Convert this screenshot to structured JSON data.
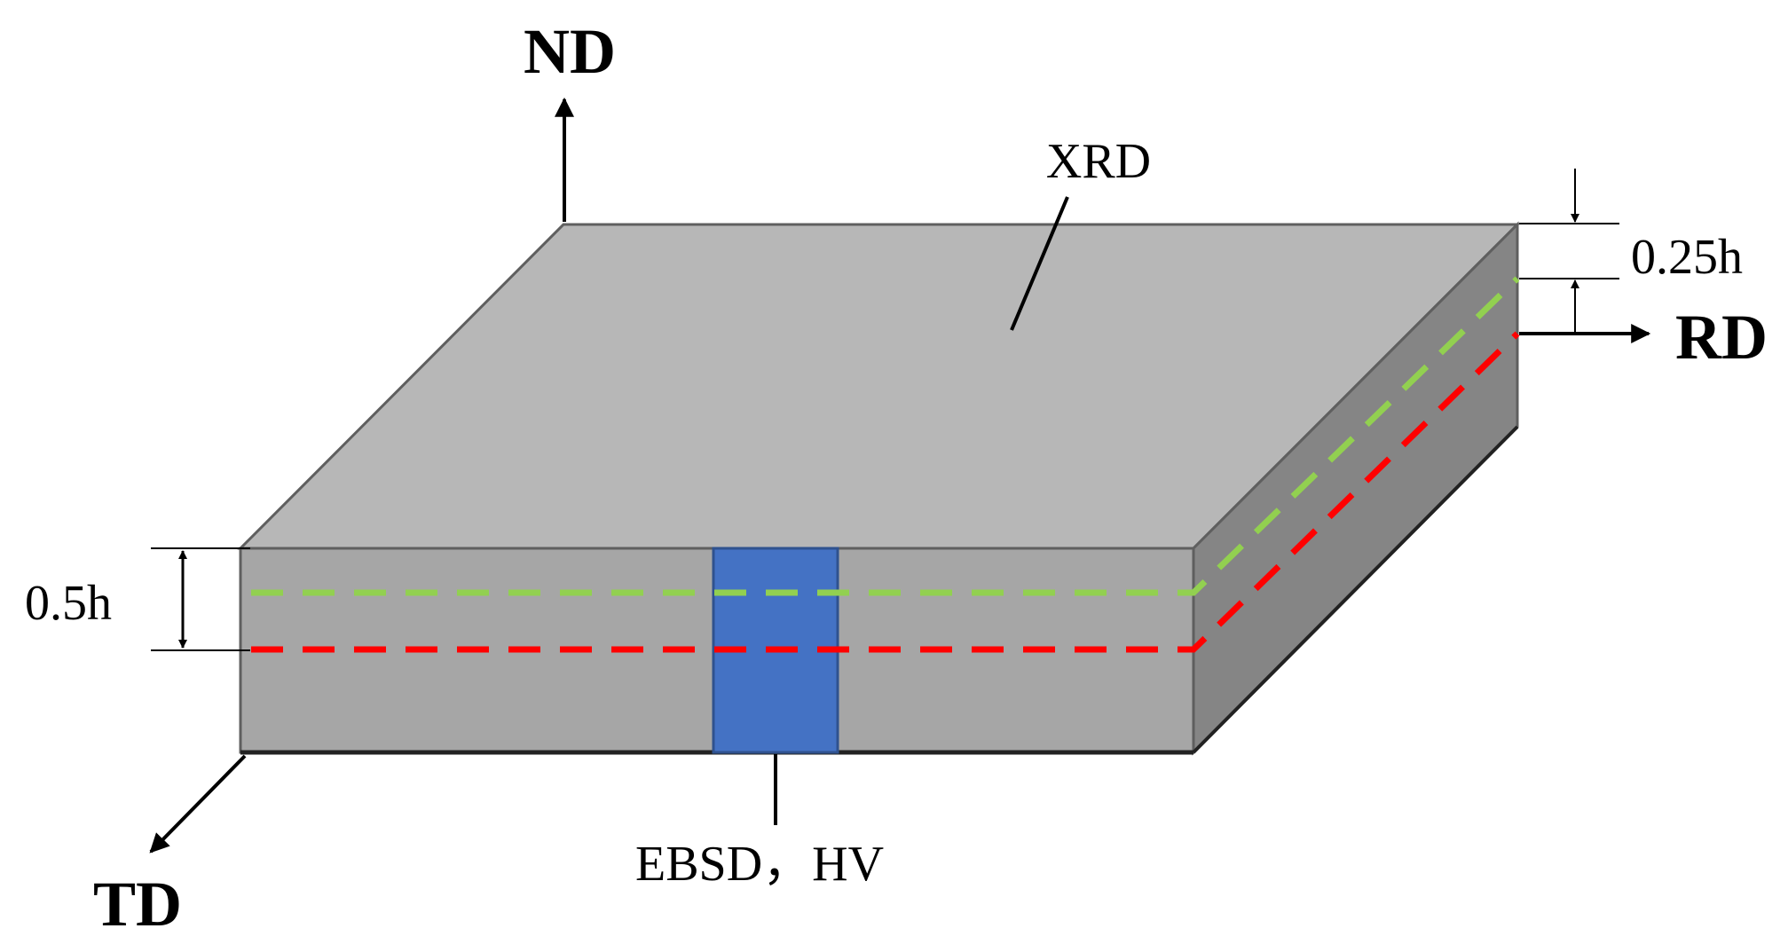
{
  "labels": {
    "nd": "ND",
    "rd": "RD",
    "td": "TD",
    "xrd": "XRD",
    "thickness_quarter": "0.25h",
    "thickness_half": "0.5h",
    "ebsd_hv": "EBSD，HV"
  },
  "colors": {
    "top_face": "#b7b7b7",
    "front_face": "#a6a6a6",
    "side_face": "#858585",
    "edge": "#5f5f5f",
    "sample_strip": "#4472c4",
    "quarter_line": "#92d050",
    "half_line": "#ff0000"
  }
}
